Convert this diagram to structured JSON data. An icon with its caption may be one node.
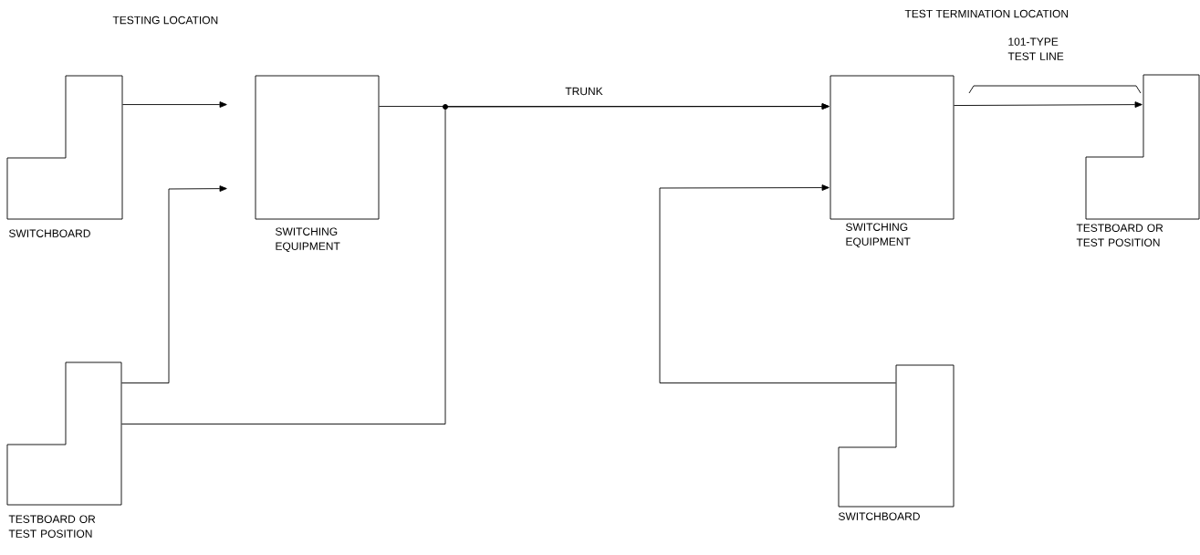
{
  "diagram": {
    "nodes": [
      {
        "text": [
          "SWITCHBOARD"
        ]
      },
      {
        "text": [
          "SWITCHING EQUIPMENT"
        ]
      },
      {
        "text": [
          "TESTBOARD OR TEST POSITION"
        ]
      },
      {
        "text": [
          "SWITCHING EQUIPMENT"
        ]
      },
      {
        "text": [
          "TESTBOARD OR TEST POSITION"
        ]
      },
      {
        "text": [
          "SWITCHBOARD"
        ]
      }
    ],
    "edges": [
      {
        "from": 0,
        "to": 1,
        "arrow": "to"
      },
      {
        "from": 2,
        "to": 1,
        "arrow": "to"
      },
      {
        "from": 1,
        "to": 3,
        "arrow": "to",
        "label": "TRUNK"
      },
      {
        "from": 2,
        "to": 3,
        "arrow": "to"
      },
      {
        "from": 3,
        "to": 4,
        "arrow": "to"
      },
      {
        "from": 5,
        "to": 3,
        "arrow": "to"
      }
    ],
    "labels": [
      "TESTING LOCATION",
      "TEST TERMINATION LOCATION",
      "101-TYPE TEST LINE"
    ]
  }
}
